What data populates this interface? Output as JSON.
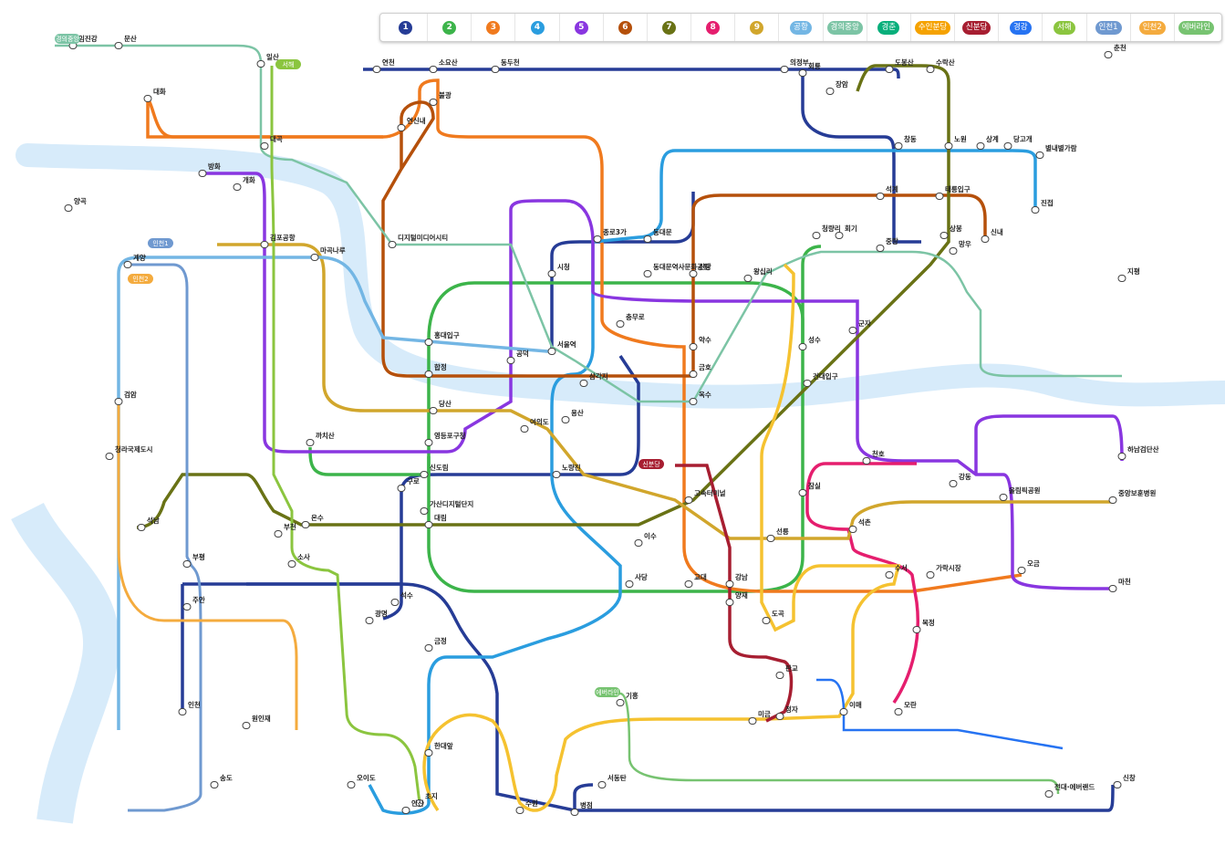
{
  "legend": [
    {
      "label": "1",
      "color": "#263c96",
      "kind": "num"
    },
    {
      "label": "2",
      "color": "#3cb44a",
      "kind": "num"
    },
    {
      "label": "3",
      "color": "#f07a1e",
      "kind": "num"
    },
    {
      "label": "4",
      "color": "#2a9ddf",
      "kind": "num"
    },
    {
      "label": "5",
      "color": "#8936e0",
      "kind": "num"
    },
    {
      "label": "6",
      "color": "#b5500b",
      "kind": "num"
    },
    {
      "label": "7",
      "color": "#697215",
      "kind": "num"
    },
    {
      "label": "8",
      "color": "#e51e6e",
      "kind": "num"
    },
    {
      "label": "9",
      "color": "#d1a62c",
      "kind": "num"
    },
    {
      "label": "공항",
      "color": "#73b6e4",
      "kind": "pill"
    },
    {
      "label": "경의중앙",
      "color": "#7cc4a5",
      "kind": "pill"
    },
    {
      "label": "경춘",
      "color": "#08af7b",
      "kind": "pill"
    },
    {
      "label": "수인분당",
      "color": "#f5a200",
      "kind": "pill"
    },
    {
      "label": "신분당",
      "color": "#a71e31",
      "kind": "pill"
    },
    {
      "label": "경강",
      "color": "#2673f2",
      "kind": "pill"
    },
    {
      "label": "서해",
      "color": "#8bc53f",
      "kind": "pill"
    },
    {
      "label": "인천1",
      "color": "#6f99d0",
      "kind": "pill"
    },
    {
      "label": "인천2",
      "color": "#f4ab3e",
      "kind": "pill"
    },
    {
      "label": "에버라인",
      "color": "#77c371",
      "kind": "pill"
    }
  ],
  "lines": {
    "l1": "#263c96",
    "l2": "#3cb44a",
    "l3": "#f07a1e",
    "l4": "#2a9ddf",
    "l5": "#8936e0",
    "l6": "#b5500b",
    "l7": "#697215",
    "l8": "#e51e6e",
    "l9": "#d1a62c",
    "airport": "#73b6e4",
    "gyeongui": "#7cc4a5",
    "sinbundang": "#a71e31",
    "suin": "#f5c230",
    "seohae": "#8bc53f",
    "incheon1": "#6f99d0",
    "incheon2": "#f4ab3e",
    "everline": "#77c371",
    "gyeonggang": "#2673f2",
    "river": "#d7ebfa"
  },
  "stations": [
    {
      "name": "연천"
    },
    {
      "name": "소요산"
    },
    {
      "name": "동두천"
    },
    {
      "name": "의정부"
    },
    {
      "name": "창동"
    },
    {
      "name": "회룡"
    },
    {
      "name": "도봉산"
    },
    {
      "name": "수락산"
    },
    {
      "name": "노원"
    },
    {
      "name": "상계"
    },
    {
      "name": "당고개"
    },
    {
      "name": "별내별가람"
    },
    {
      "name": "진접"
    },
    {
      "name": "석계"
    },
    {
      "name": "태릉입구"
    },
    {
      "name": "신내"
    },
    {
      "name": "상봉"
    },
    {
      "name": "망우"
    },
    {
      "name": "중랑"
    },
    {
      "name": "청량리"
    },
    {
      "name": "회기"
    },
    {
      "name": "왕십리"
    },
    {
      "name": "군자"
    },
    {
      "name": "천호"
    },
    {
      "name": "강동"
    },
    {
      "name": "올림픽공원"
    },
    {
      "name": "오금"
    },
    {
      "name": "가락시장"
    },
    {
      "name": "잠실"
    },
    {
      "name": "석촌"
    },
    {
      "name": "건대입구"
    },
    {
      "name": "성수"
    },
    {
      "name": "강남"
    },
    {
      "name": "교대"
    },
    {
      "name": "고속터미널"
    },
    {
      "name": "사당"
    },
    {
      "name": "이수"
    },
    {
      "name": "노량진"
    },
    {
      "name": "여의도"
    },
    {
      "name": "당산"
    },
    {
      "name": "합정"
    },
    {
      "name": "홍대입구"
    },
    {
      "name": "공덕"
    },
    {
      "name": "서울역"
    },
    {
      "name": "시청"
    },
    {
      "name": "종로3가"
    },
    {
      "name": "동대문"
    },
    {
      "name": "동대문역사문화공원"
    },
    {
      "name": "충무로"
    },
    {
      "name": "약수"
    },
    {
      "name": "신당"
    },
    {
      "name": "삼각지"
    },
    {
      "name": "용산"
    },
    {
      "name": "옥수"
    },
    {
      "name": "금호"
    },
    {
      "name": "김포공항"
    },
    {
      "name": "마곡나루"
    },
    {
      "name": "까치산"
    },
    {
      "name": "영등포구청"
    },
    {
      "name": "대림"
    },
    {
      "name": "신도림"
    },
    {
      "name": "구로"
    },
    {
      "name": "가산디지털단지"
    },
    {
      "name": "온수"
    },
    {
      "name": "부천"
    },
    {
      "name": "소사"
    },
    {
      "name": "부평"
    },
    {
      "name": "주안"
    },
    {
      "name": "인천"
    },
    {
      "name": "계양"
    },
    {
      "name": "검암"
    },
    {
      "name": "청라국제도시"
    },
    {
      "name": "석남"
    },
    {
      "name": "원인재"
    },
    {
      "name": "송도"
    },
    {
      "name": "금정"
    },
    {
      "name": "안산"
    },
    {
      "name": "초지"
    },
    {
      "name": "한대앞"
    },
    {
      "name": "오이도"
    },
    {
      "name": "수원"
    },
    {
      "name": "병점"
    },
    {
      "name": "서동탄"
    },
    {
      "name": "신창"
    },
    {
      "name": "기흥"
    },
    {
      "name": "수서"
    },
    {
      "name": "복정"
    },
    {
      "name": "모란"
    },
    {
      "name": "이매"
    },
    {
      "name": "정자"
    },
    {
      "name": "미금"
    },
    {
      "name": "판교"
    },
    {
      "name": "양재"
    },
    {
      "name": "선릉"
    },
    {
      "name": "도곡"
    },
    {
      "name": "연신내"
    },
    {
      "name": "불광"
    },
    {
      "name": "디지털미디어시티"
    },
    {
      "name": "대곡"
    },
    {
      "name": "일산"
    },
    {
      "name": "문산"
    },
    {
      "name": "임진강"
    },
    {
      "name": "개화"
    },
    {
      "name": "방화"
    },
    {
      "name": "양곡"
    },
    {
      "name": "대화"
    },
    {
      "name": "하남검단산"
    },
    {
      "name": "마천"
    },
    {
      "name": "중앙보훈병원"
    },
    {
      "name": "지평"
    },
    {
      "name": "춘천"
    },
    {
      "name": "장암"
    },
    {
      "name": "석수"
    },
    {
      "name": "광명"
    },
    {
      "name": "전대·에버랜드"
    }
  ],
  "line_tags": {
    "seohae": "서해",
    "sinbundang": "신분당",
    "incheon1": "인천1",
    "incheon2": "인천2",
    "everline": "에버라인",
    "gyeongui": "경의중앙"
  }
}
